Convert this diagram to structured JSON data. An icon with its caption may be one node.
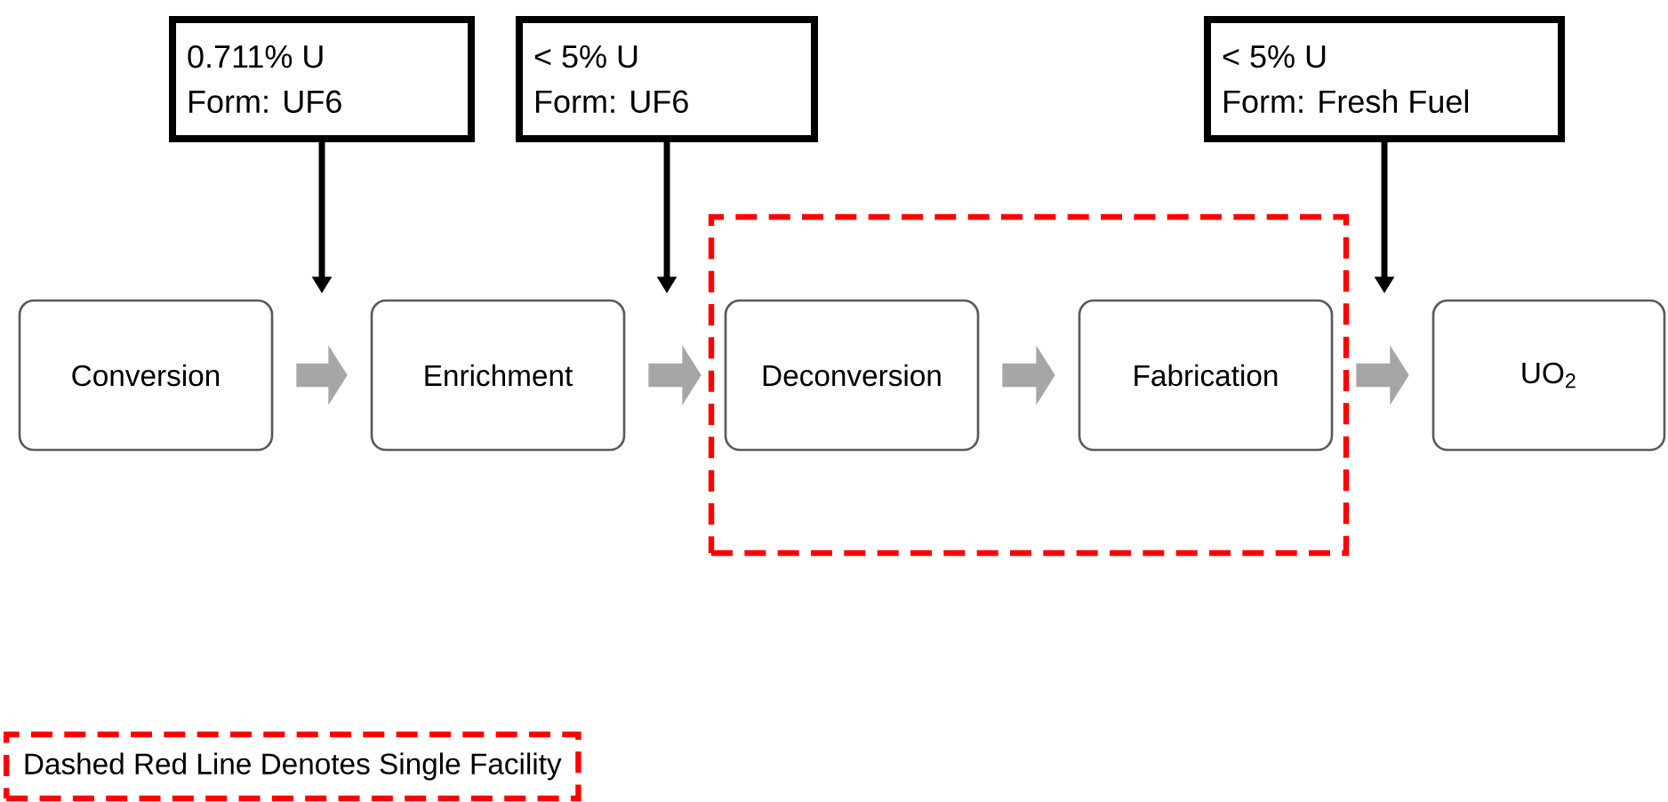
{
  "diagram": {
    "nodes": [
      {
        "text": [
          "0.711% U",
          "Form: UF6"
        ]
      },
      {
        "text": [
          "< 5% U",
          "Form: UF6"
        ]
      },
      {
        "text": [
          "< 5% U",
          "Form: Fresh Fuel"
        ]
      },
      {
        "text": [
          "Conversion"
        ]
      },
      {
        "text": [
          "Enrichment"
        ]
      },
      {
        "text": [],
        "shape": "box"
      },
      {
        "text": [
          "Deconversion"
        ],
        "in": 5
      },
      {
        "text": [
          "Fabrication"
        ],
        "in": 5
      },
      {
        "text": [
          "UO$_{2}$"
        ]
      }
    ],
    "edges": [
      {
        "from": 0,
        "to": null,
        "arrow": "to",
        "color": "#000000"
      },
      {
        "from": 1,
        "to": null,
        "arrow": "to",
        "color": "#000000"
      },
      {
        "from": 2,
        "to": null,
        "arrow": "to",
        "color": "#000000"
      },
      {
        "from": 3,
        "to": 4,
        "arrow": "to"
      },
      {
        "from": 4,
        "to": 6,
        "arrow": "to"
      },
      {
        "from": 6,
        "to": 7,
        "arrow": "to"
      },
      {
        "from": 7,
        "to": 8,
        "arrow": "to"
      }
    ],
    "legend": [
      {
        "text": "Dashed Red Line Denotes Single Facility"
      }
    ]
  }
}
